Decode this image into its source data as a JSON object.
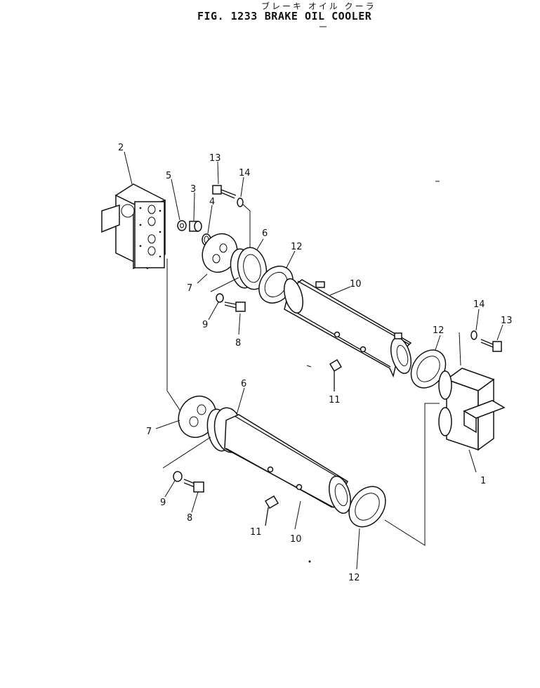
{
  "header": {
    "subtitle_jp": "ブレーキ オイル クーラ",
    "fig_label": "FIG. 1233",
    "title": "BRAKE OIL COOLER"
  },
  "callouts": {
    "c1": "1",
    "c2": "2",
    "c3": "3",
    "c4": "4",
    "c5": "5",
    "c6a": "6",
    "c6b": "6",
    "c7a": "7",
    "c7b": "7",
    "c8a": "8",
    "c8b": "8",
    "c9a": "9",
    "c9b": "9",
    "c10a": "10",
    "c10b": "10",
    "c11a": "11",
    "c11b": "11",
    "c12a": "12",
    "c12b": "12",
    "c12c": "12",
    "c13a": "13",
    "c13b": "13",
    "c14a": "14",
    "c14b": "14"
  }
}
